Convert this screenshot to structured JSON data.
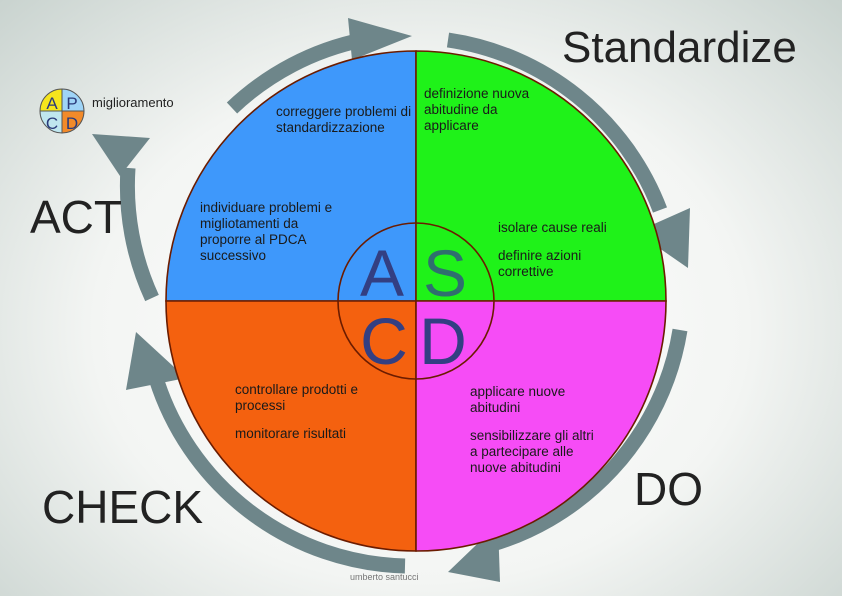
{
  "phases": {
    "act": "ACT",
    "check": "CHECK",
    "do": "DO",
    "standardize": "Standardize"
  },
  "center_letters": {
    "a": "A",
    "s": "S",
    "c": "C",
    "d": "D"
  },
  "legend": {
    "letters": {
      "a": "A",
      "p": "P",
      "c": "C",
      "d": "D"
    },
    "label": "miglioramento"
  },
  "quadrants": {
    "act": {
      "color": "#3e98fb",
      "items": [
        "correggere problemi di standardizzazione",
        "individuare problemi e migliotamenti da proporre al PDCA successivo"
      ]
    },
    "standardize": {
      "color": "#1ff219",
      "items": [
        "definizione nuova abitudine da applicare",
        "isolare cause reali",
        "definire azioni correttive"
      ]
    },
    "check": {
      "color": "#f4610f",
      "items": [
        "controllare prodotti e processi",
        "monitorare risultati"
      ]
    },
    "do": {
      "color": "#f64cf6",
      "items": [
        "applicare nuove abitudini",
        "sensibilizzare gli altri a partecipare alle nuove abitudini"
      ]
    }
  },
  "arrow_color": "#6e868a",
  "credit": "umberto santucci"
}
